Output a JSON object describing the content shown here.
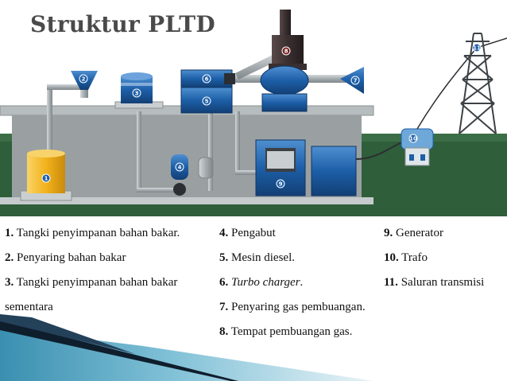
{
  "title": "Struktur PLTD",
  "legend": [
    {
      "num": "1.",
      "text": "Tangki penyimpanan bahan bakar."
    },
    {
      "num": "2.",
      "text": "Penyaring bahan bakar"
    },
    {
      "num": "3.",
      "text": "Tangki penyimpanan bahan bakar"
    },
    {
      "num": "",
      "text": "sementara"
    },
    {
      "num": "4.",
      "text": "Pengabut"
    },
    {
      "num": "5.",
      "text": "Mesin diesel."
    },
    {
      "num": "6.",
      "text": "Turbo charger",
      "suffix": "."
    },
    {
      "num": "7.",
      "text": "Penyaring gas pembuangan."
    },
    {
      "num": "8.",
      "text": "Tempat pembuangan gas."
    },
    {
      "num": "9.",
      "text": "Generator"
    },
    {
      "num": "10.",
      "text": "Trafo"
    },
    {
      "num": "11.",
      "text": "Saluran transmisi"
    }
  ],
  "markers": {
    "m1": "1",
    "m2": "2",
    "m3": "3",
    "m4": "4",
    "m5": "5",
    "m6": "6",
    "m7": "7",
    "m8": "8",
    "m9": "9",
    "m10": "10",
    "m11": "11"
  },
  "colors": {
    "grass": "#2f5e3a",
    "sky": "#ffffff",
    "building": "#9aa0a2",
    "equipment_blue": "#1d5fa8",
    "pipe": "#a9b0b3",
    "tank_yellow": "#f2b21c",
    "swoosh_dark": "#0f1e2c",
    "swoosh_teal": "#3a8fb0"
  }
}
